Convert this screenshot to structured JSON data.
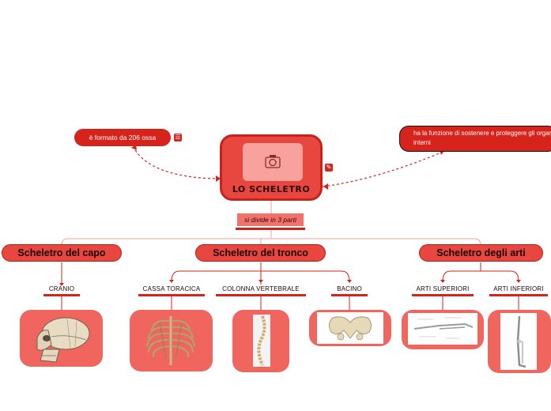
{
  "central": {
    "title": "LO SCHELETRO",
    "photo_icon": "camera-icon"
  },
  "notes": {
    "left": "è formato da 206 ossa",
    "right": "ha la funzione di sostenere e proteggere gli organi interni"
  },
  "subtitle": "si divide in 3 parti",
  "branches": [
    {
      "label": "Scheletro del capo",
      "children": [
        "CRANIO"
      ]
    },
    {
      "label": "Scheletro del tronco",
      "children": [
        "CASSA TORACICA",
        "COLONNA VERTEBRALE",
        "BACINO"
      ]
    },
    {
      "label": "Scheletro degli arti",
      "children": [
        "ARTI SUPERIORI",
        "ARTI INFERIORI"
      ]
    }
  ],
  "colors": {
    "primary": "#e8473f",
    "dark": "#c7221b",
    "note": "#d6231c",
    "card": "#f0665f",
    "line": "#d6231c"
  }
}
